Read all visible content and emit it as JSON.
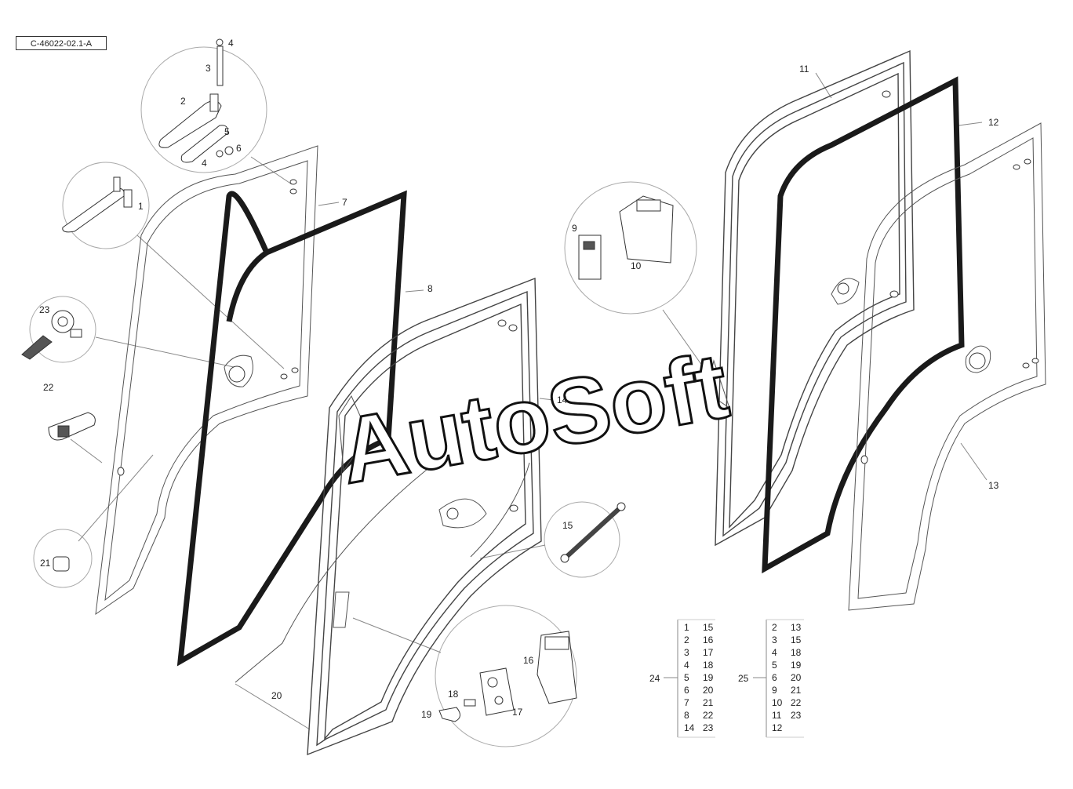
{
  "diagram": {
    "reference_code": "C-46022-02.1-A",
    "watermark": "AutoSoft",
    "callouts": [
      "1",
      "2",
      "3",
      "4",
      "4",
      "5",
      "6",
      "7",
      "8",
      "9",
      "10",
      "11",
      "12",
      "13",
      "14",
      "15",
      "16",
      "17",
      "18",
      "19",
      "20",
      "21",
      "22",
      "23"
    ],
    "kit_tables": [
      {
        "kit": "24",
        "col1": [
          "1",
          "2",
          "3",
          "4",
          "5",
          "6",
          "7",
          "8",
          "14"
        ],
        "col2": [
          "15",
          "16",
          "17",
          "18",
          "19",
          "20",
          "21",
          "22",
          "23"
        ]
      },
      {
        "kit": "25",
        "col1": [
          "2",
          "3",
          "4",
          "5",
          "6",
          "9",
          "10",
          "11",
          "12"
        ],
        "col2": [
          "13",
          "15",
          "18",
          "19",
          "20",
          "21",
          "22",
          "23",
          ""
        ]
      }
    ]
  }
}
